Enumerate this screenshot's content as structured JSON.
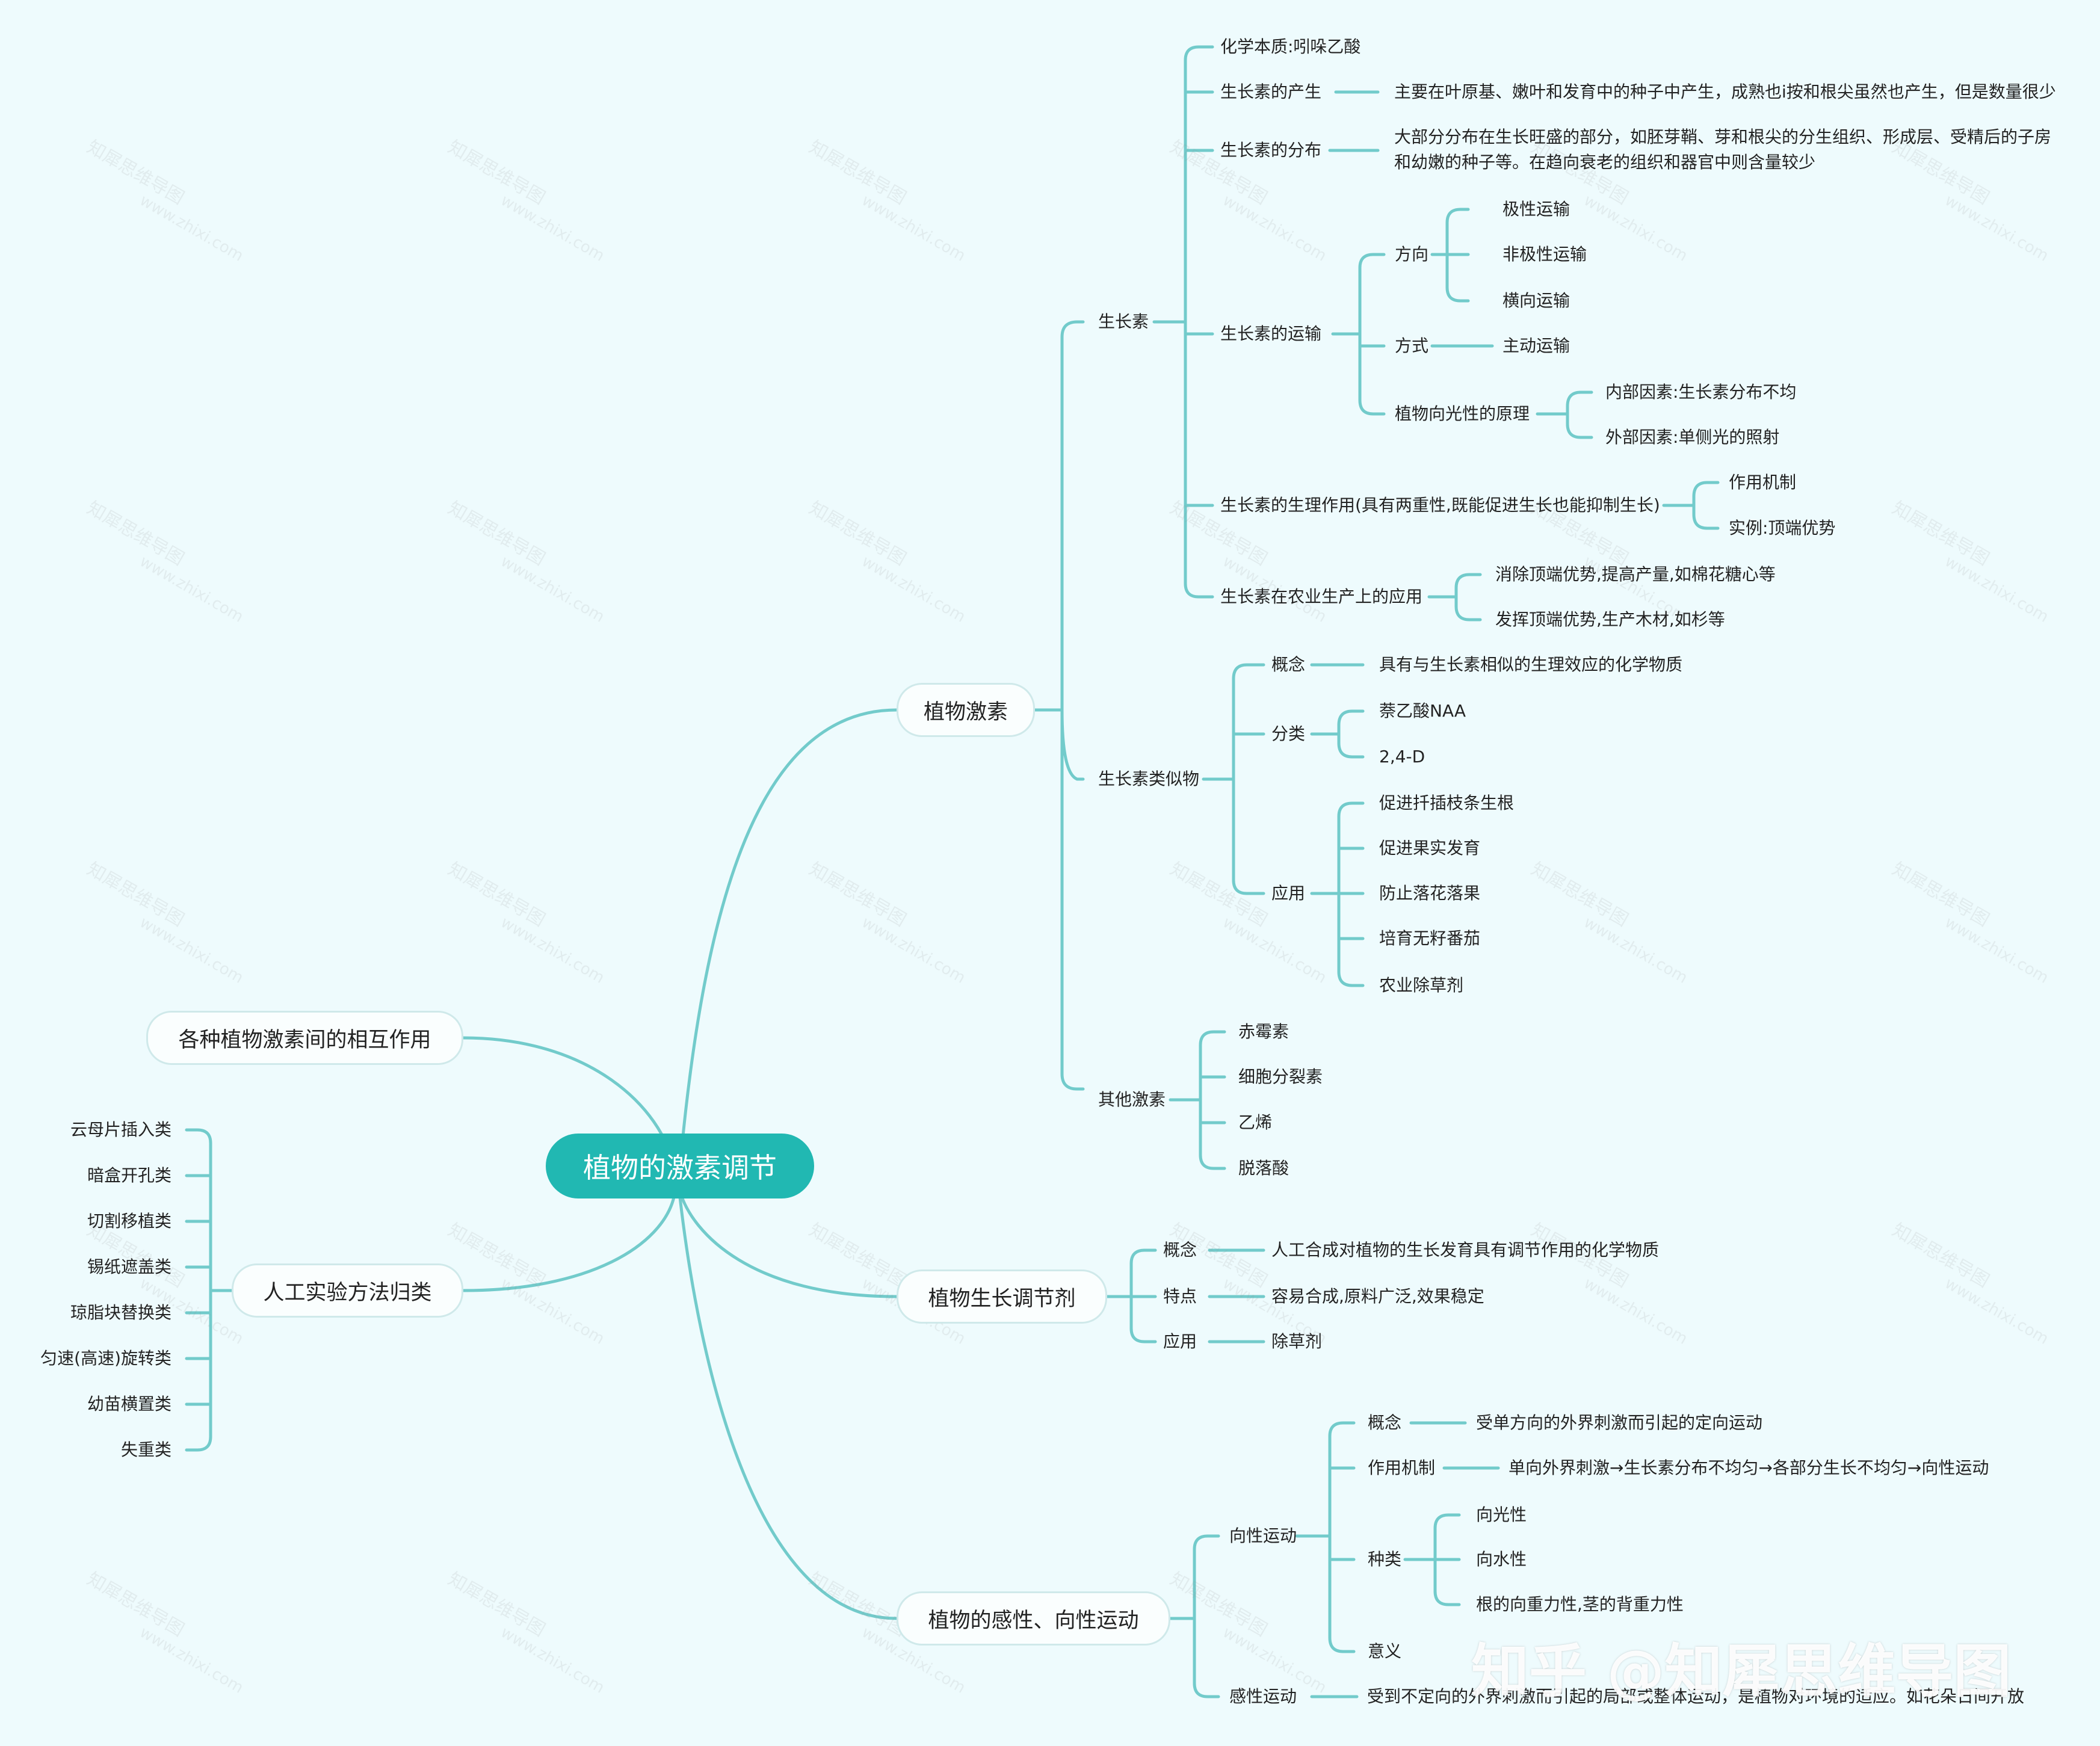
{
  "root": "植物的激素调节",
  "right_branches": {
    "hormones": {
      "label": "植物激素",
      "auxin": {
        "label": "生长素",
        "nature": "化学本质:吲哚乙酸",
        "production": {
          "label": "生长素的产生",
          "detail": "主要在叶原基、嫩叶和发育中的种子中产生，成熟也i按和根尖虽然也产生，但是数量很少"
        },
        "distribution": {
          "label": "生长素的分布",
          "detail_line1": "大部分分布在生长旺盛的部分，如胚芽鞘、芽和根尖的分生组织、形成层、受精后的子房",
          "detail_line2": "和幼嫩的种子等。在趋向衰老的组织和器官中则含量较少"
        },
        "transport": {
          "label": "生长素的运输",
          "direction": {
            "label": "方向",
            "items": [
              "极性运输",
              "非极性运输",
              "横向运输"
            ]
          },
          "mode": {
            "label": "方式",
            "item": "主动运输"
          },
          "phototropism": {
            "label": "植物向光性的原理",
            "items": [
              "内部因素:生长素分布不均",
              "外部因素:单侧光的照射"
            ]
          }
        },
        "physiology": {
          "label": "生长素的生理作用(具有两重性,既能促进生长也能抑制生长)",
          "items": [
            "作用机制",
            "实例:顶端优势"
          ]
        },
        "agriculture": {
          "label": "生长素在农业生产上的应用",
          "items": [
            "消除顶端优势,提高产量,如棉花糖心等",
            "发挥顶端优势,生产木材,如杉等"
          ]
        }
      },
      "analogs": {
        "label": "生长素类似物",
        "concept": {
          "label": "概念",
          "detail": "具有与生长素相似的生理效应的化学物质"
        },
        "classification": {
          "label": "分类",
          "items": [
            "萘乙酸NAA",
            "2,4-D"
          ]
        },
        "application": {
          "label": "应用",
          "items": [
            "促进扦插枝条生根",
            "促进果实发育",
            "防止落花落果",
            "培育无籽番茄",
            "农业除草剂"
          ]
        }
      },
      "others": {
        "label": "其他激素",
        "items": [
          "赤霉素",
          "细胞分裂素",
          "乙烯",
          "脱落酸"
        ]
      }
    },
    "regulators": {
      "label": "植物生长调节剂",
      "concept": {
        "label": "概念",
        "detail": "人工合成对植物的生长发育具有调节作用的化学物质"
      },
      "features": {
        "label": "特点",
        "detail": "容易合成,原料广泛,效果稳定"
      },
      "application": {
        "label": "应用",
        "detail": "除草剂"
      }
    },
    "movement": {
      "label": "植物的感性、向性运动",
      "tropism": {
        "label": "向性运动",
        "concept": {
          "label": "概念",
          "detail": "受单方向的外界刺激而引起的定向运动"
        },
        "mechanism": {
          "label": "作用机制",
          "detail": "单向外界刺激→生长素分布不均匀→各部分生长不均匀→向性运动"
        },
        "types": {
          "label": "种类",
          "items": [
            "向光性",
            "向水性",
            "根的向重力性,茎的背重力性"
          ]
        },
        "significance": {
          "label": "意义"
        }
      },
      "nastic": {
        "label": "感性运动",
        "detail": "受到不定向的外界刺激而引起的局部或整体运动，是植物对环境的适应。如花朵日间开放"
      }
    }
  },
  "left_branches": {
    "interaction": {
      "label": "各种植物激素间的相互作用"
    },
    "experiments": {
      "label": "人工实验方法归类",
      "items": [
        "云母片插入类",
        "暗盒开孔类",
        "切割移植类",
        "锡纸遮盖类",
        "琼脂块替换类",
        "匀速(高速)旋转类",
        "幼苗横置类",
        "失重类"
      ]
    }
  },
  "watermark": {
    "line1": "知犀思维导图",
    "line2": "www.zhixi.com"
  },
  "footer_logo": "知乎 @知犀思维导图",
  "colors": {
    "background": "#eefbfd",
    "line": "#72cbcb",
    "root": "#21b8b2"
  }
}
